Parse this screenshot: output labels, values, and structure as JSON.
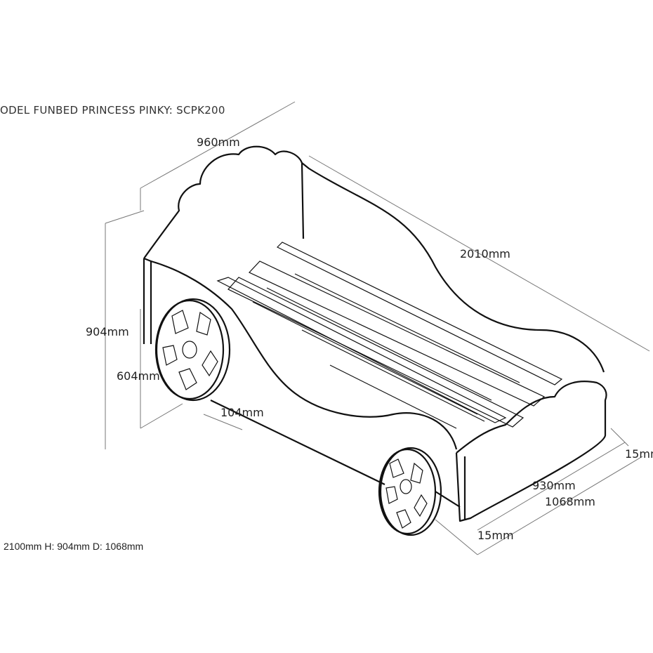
{
  "title": "ODEL FUNBED PRINCESS PINKY: SCPK200",
  "dimensions": {
    "width_top": "960mm",
    "length": "2010mm",
    "height_total": "904mm",
    "height_side": "604mm",
    "wheel_offset": "104mm",
    "inner_width": "930mm",
    "outer_width": "1068mm",
    "thickness_right": "15mm",
    "thickness_bottom": "15mm"
  },
  "spec_line": "2100mm H: 904mm D: 1068mm"
}
